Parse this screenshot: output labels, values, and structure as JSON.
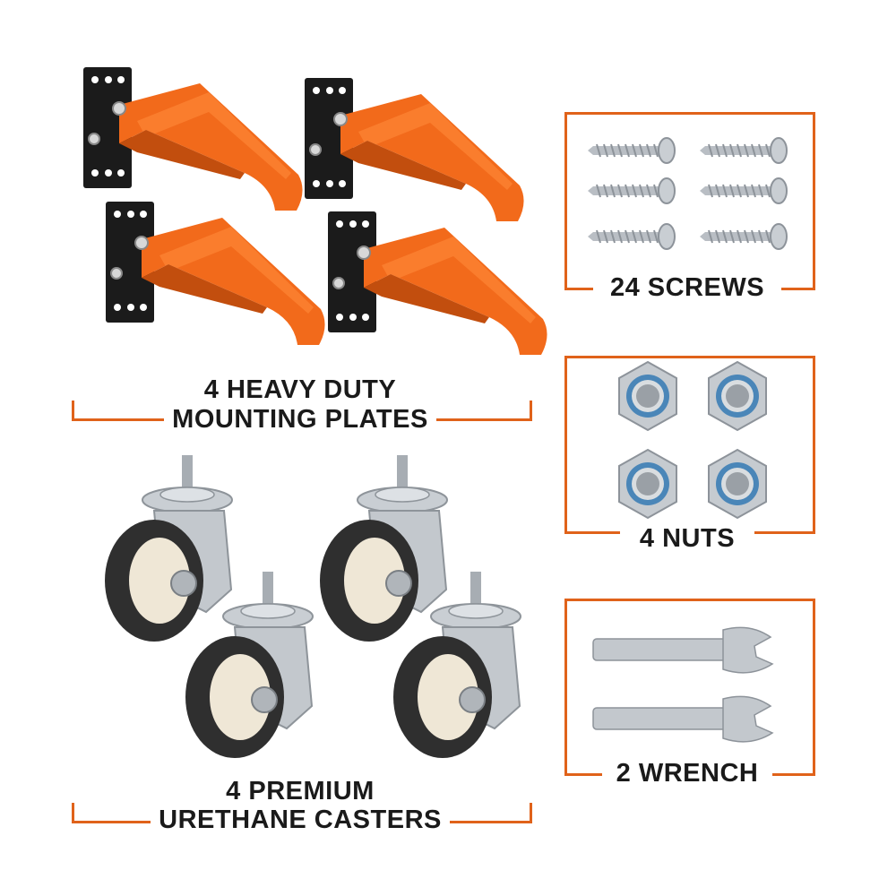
{
  "groups": {
    "plates": {
      "line1": "4 HEAVY DUTY",
      "line2": "MOUNTING PLATES"
    },
    "casters": {
      "line1": "4 PREMIUM",
      "line2": "URETHANE CASTERS"
    },
    "screws": {
      "label": "24 SCREWS"
    },
    "nuts": {
      "label": "4 NUTS"
    },
    "wrench": {
      "label": "2 WRENCH"
    }
  },
  "colors": {
    "accent": "#e0621a",
    "bracket_orange": "#f26a1b",
    "plate_black": "#1b1b1b",
    "metal": "#b9bec4",
    "wheel": "#2f2f2f",
    "nylon_ring": "#4a86b8"
  },
  "icons": [
    "mounting-plate-icon",
    "caster-wheel-icon",
    "screw-icon",
    "lock-nut-icon",
    "wrench-icon"
  ]
}
